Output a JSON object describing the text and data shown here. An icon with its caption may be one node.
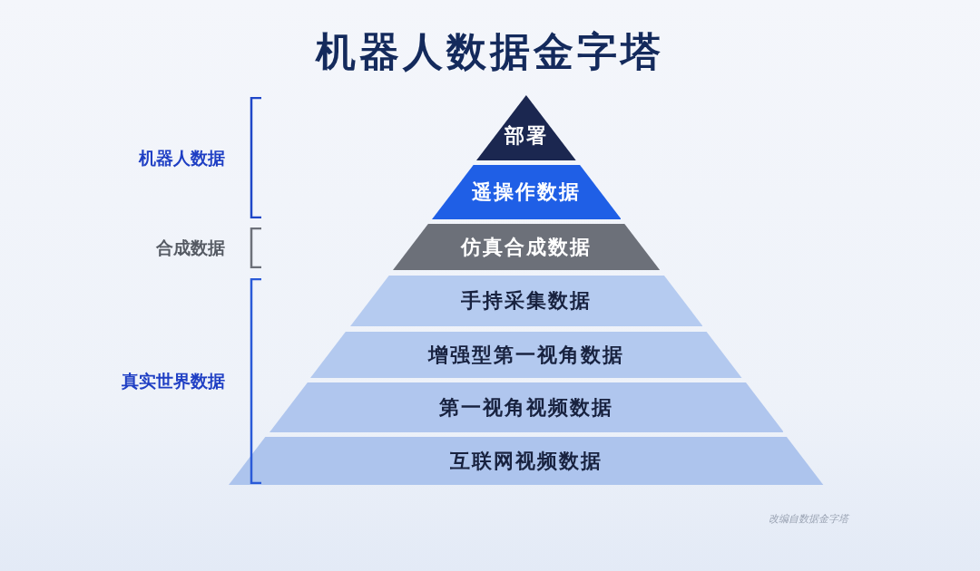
{
  "diagram": {
    "title": "机器人数据金字塔",
    "nodes": [
      {
        "text": [
          "部署"
        ]
      },
      {
        "text": [
          "遥操作数据"
        ]
      },
      {
        "text": [
          "仿真合成数据"
        ]
      },
      {
        "text": [
          "手持采集数据"
        ]
      },
      {
        "text": [
          "增强型第一视角数据"
        ]
      },
      {
        "text": [
          "第一视角视频数据"
        ]
      },
      {
        "text": [
          "互联网视频数据"
        ]
      }
    ],
    "edges": [],
    "labels": [
      "机器人数据",
      "合成数据",
      "真实世界数据",
      "改编自数据金字塔"
    ]
  }
}
